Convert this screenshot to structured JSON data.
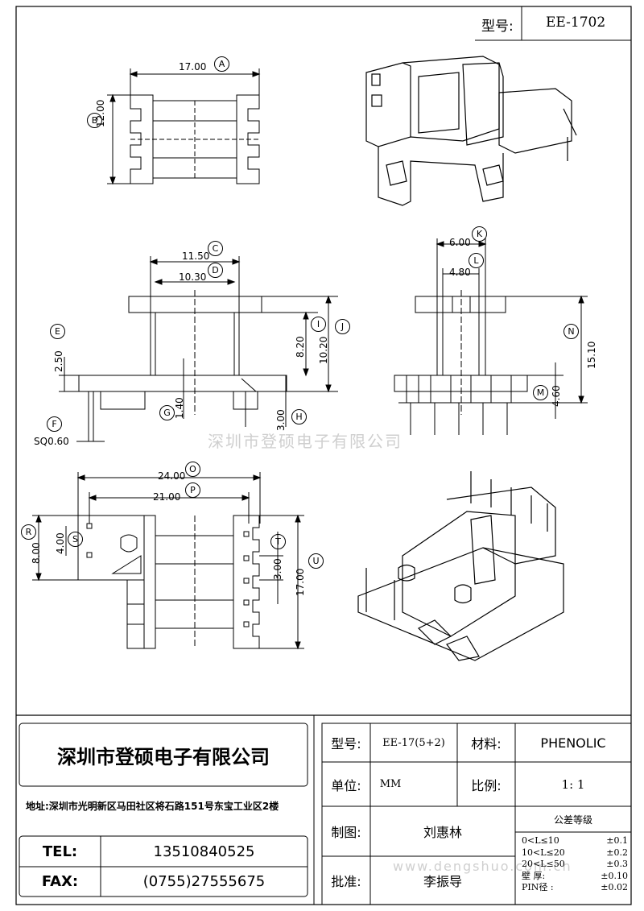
{
  "header": {
    "model_label": "型号:",
    "model_value": "EE-1702"
  },
  "dimensions": {
    "A": "A",
    "A_val": "17.00",
    "B": "B",
    "B_val": "12.00",
    "C": "C",
    "C_val": "11.50",
    "D": "D",
    "D_val": "10.30",
    "E": "E",
    "E_val": "2.50",
    "F": "F",
    "F_val": "SQ0.60",
    "G": "G",
    "G_val": "1.40",
    "H": "H",
    "H_val": "3.00",
    "I": "I",
    "I_val": "8.20",
    "J": "J",
    "J_val": "10.20",
    "K": "K",
    "K_val": "6.00",
    "L": "L",
    "L_val": "4.80",
    "M": "M",
    "M_val": "4.60",
    "N": "N",
    "N_val": "15.10",
    "O": "O",
    "O_val": "24.00",
    "P": "P",
    "P_val": "21.00",
    "R": "R",
    "R_val": "8.00",
    "S": "S",
    "S_val": "4.00",
    "T": "T",
    "T_val": "3.00",
    "U": "U",
    "U_val": "17.00"
  },
  "watermark_company": "深圳市登硕电子有限公司",
  "watermark_site": "www.dengshuo.com.cn",
  "titleblock": {
    "company": "深圳市登硕电子有限公司",
    "address": "地址:深圳市光明新区马田社区将石路151号东宝工业区2楼",
    "tel_label": "TEL:",
    "tel_value": "13510840525",
    "fax_label": "FAX:",
    "fax_value": "(0755)27555675",
    "model_label": "型号:",
    "model_value": "EE-17(5+2)",
    "material_label": "材料:",
    "material_value": "PHENOLIC",
    "unit_label": "单位:",
    "unit_value": "MM",
    "scale_label": "比例:",
    "scale_value": "1: 1",
    "drawn_label": "制图:",
    "drawn_value": "刘惠林",
    "approve_label": "批准:",
    "approve_value": "李振导",
    "tolerance_title": "公差等级",
    "tolerances": [
      {
        "range": "0<L≤10",
        "tol": "±0.1"
      },
      {
        "range": "10<L≤20",
        "tol": "±0.2"
      },
      {
        "range": "20<L≤50",
        "tol": "±0.3"
      },
      {
        "range": "壁  厚:",
        "tol": "±0.10"
      },
      {
        "range": "PIN径  :",
        "tol": "±0.02"
      }
    ]
  }
}
